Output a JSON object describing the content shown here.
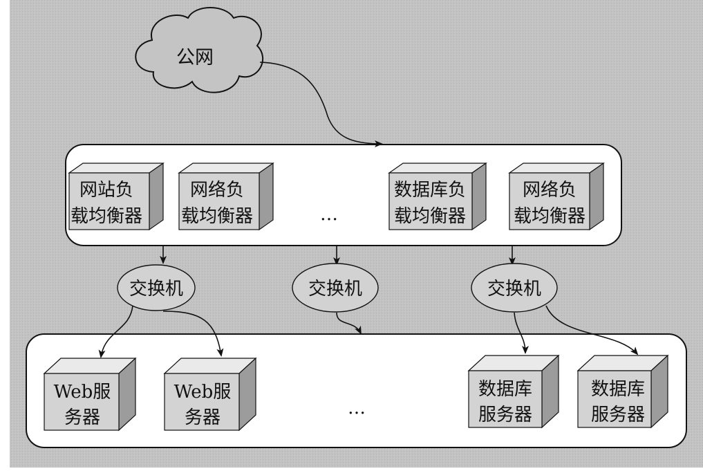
{
  "cloud": {
    "label": "公网"
  },
  "lb_row": {
    "boxes": [
      {
        "lines": [
          "网站负",
          "载均衡器"
        ]
      },
      {
        "lines": [
          "网络负",
          "载均衡器"
        ]
      },
      {
        "lines": [
          "数据库负",
          "载均衡器"
        ]
      },
      {
        "lines": [
          "网络负",
          "载均衡器"
        ]
      }
    ],
    "ellipsis": "…"
  },
  "switches": [
    {
      "label": "交换机"
    },
    {
      "label": "交换机"
    },
    {
      "label": "交换机"
    }
  ],
  "server_row": {
    "boxes": [
      {
        "lines": [
          "Web服",
          "务器"
        ]
      },
      {
        "lines": [
          "Web服",
          "务器"
        ]
      },
      {
        "lines": [
          "数据库",
          "服务器"
        ]
      },
      {
        "lines": [
          "数据库",
          "服务器"
        ]
      }
    ],
    "ellipsis": "…"
  },
  "colors": {
    "background": "#c2c2c2",
    "panel": "#ffffff",
    "cube_front": "#d3d3d3",
    "cube_top": "#eaeaea",
    "cube_side": "#9c9c9c",
    "cloud": "#c4c4c4",
    "switch": "#d2d2d2",
    "ink": "#111111"
  }
}
